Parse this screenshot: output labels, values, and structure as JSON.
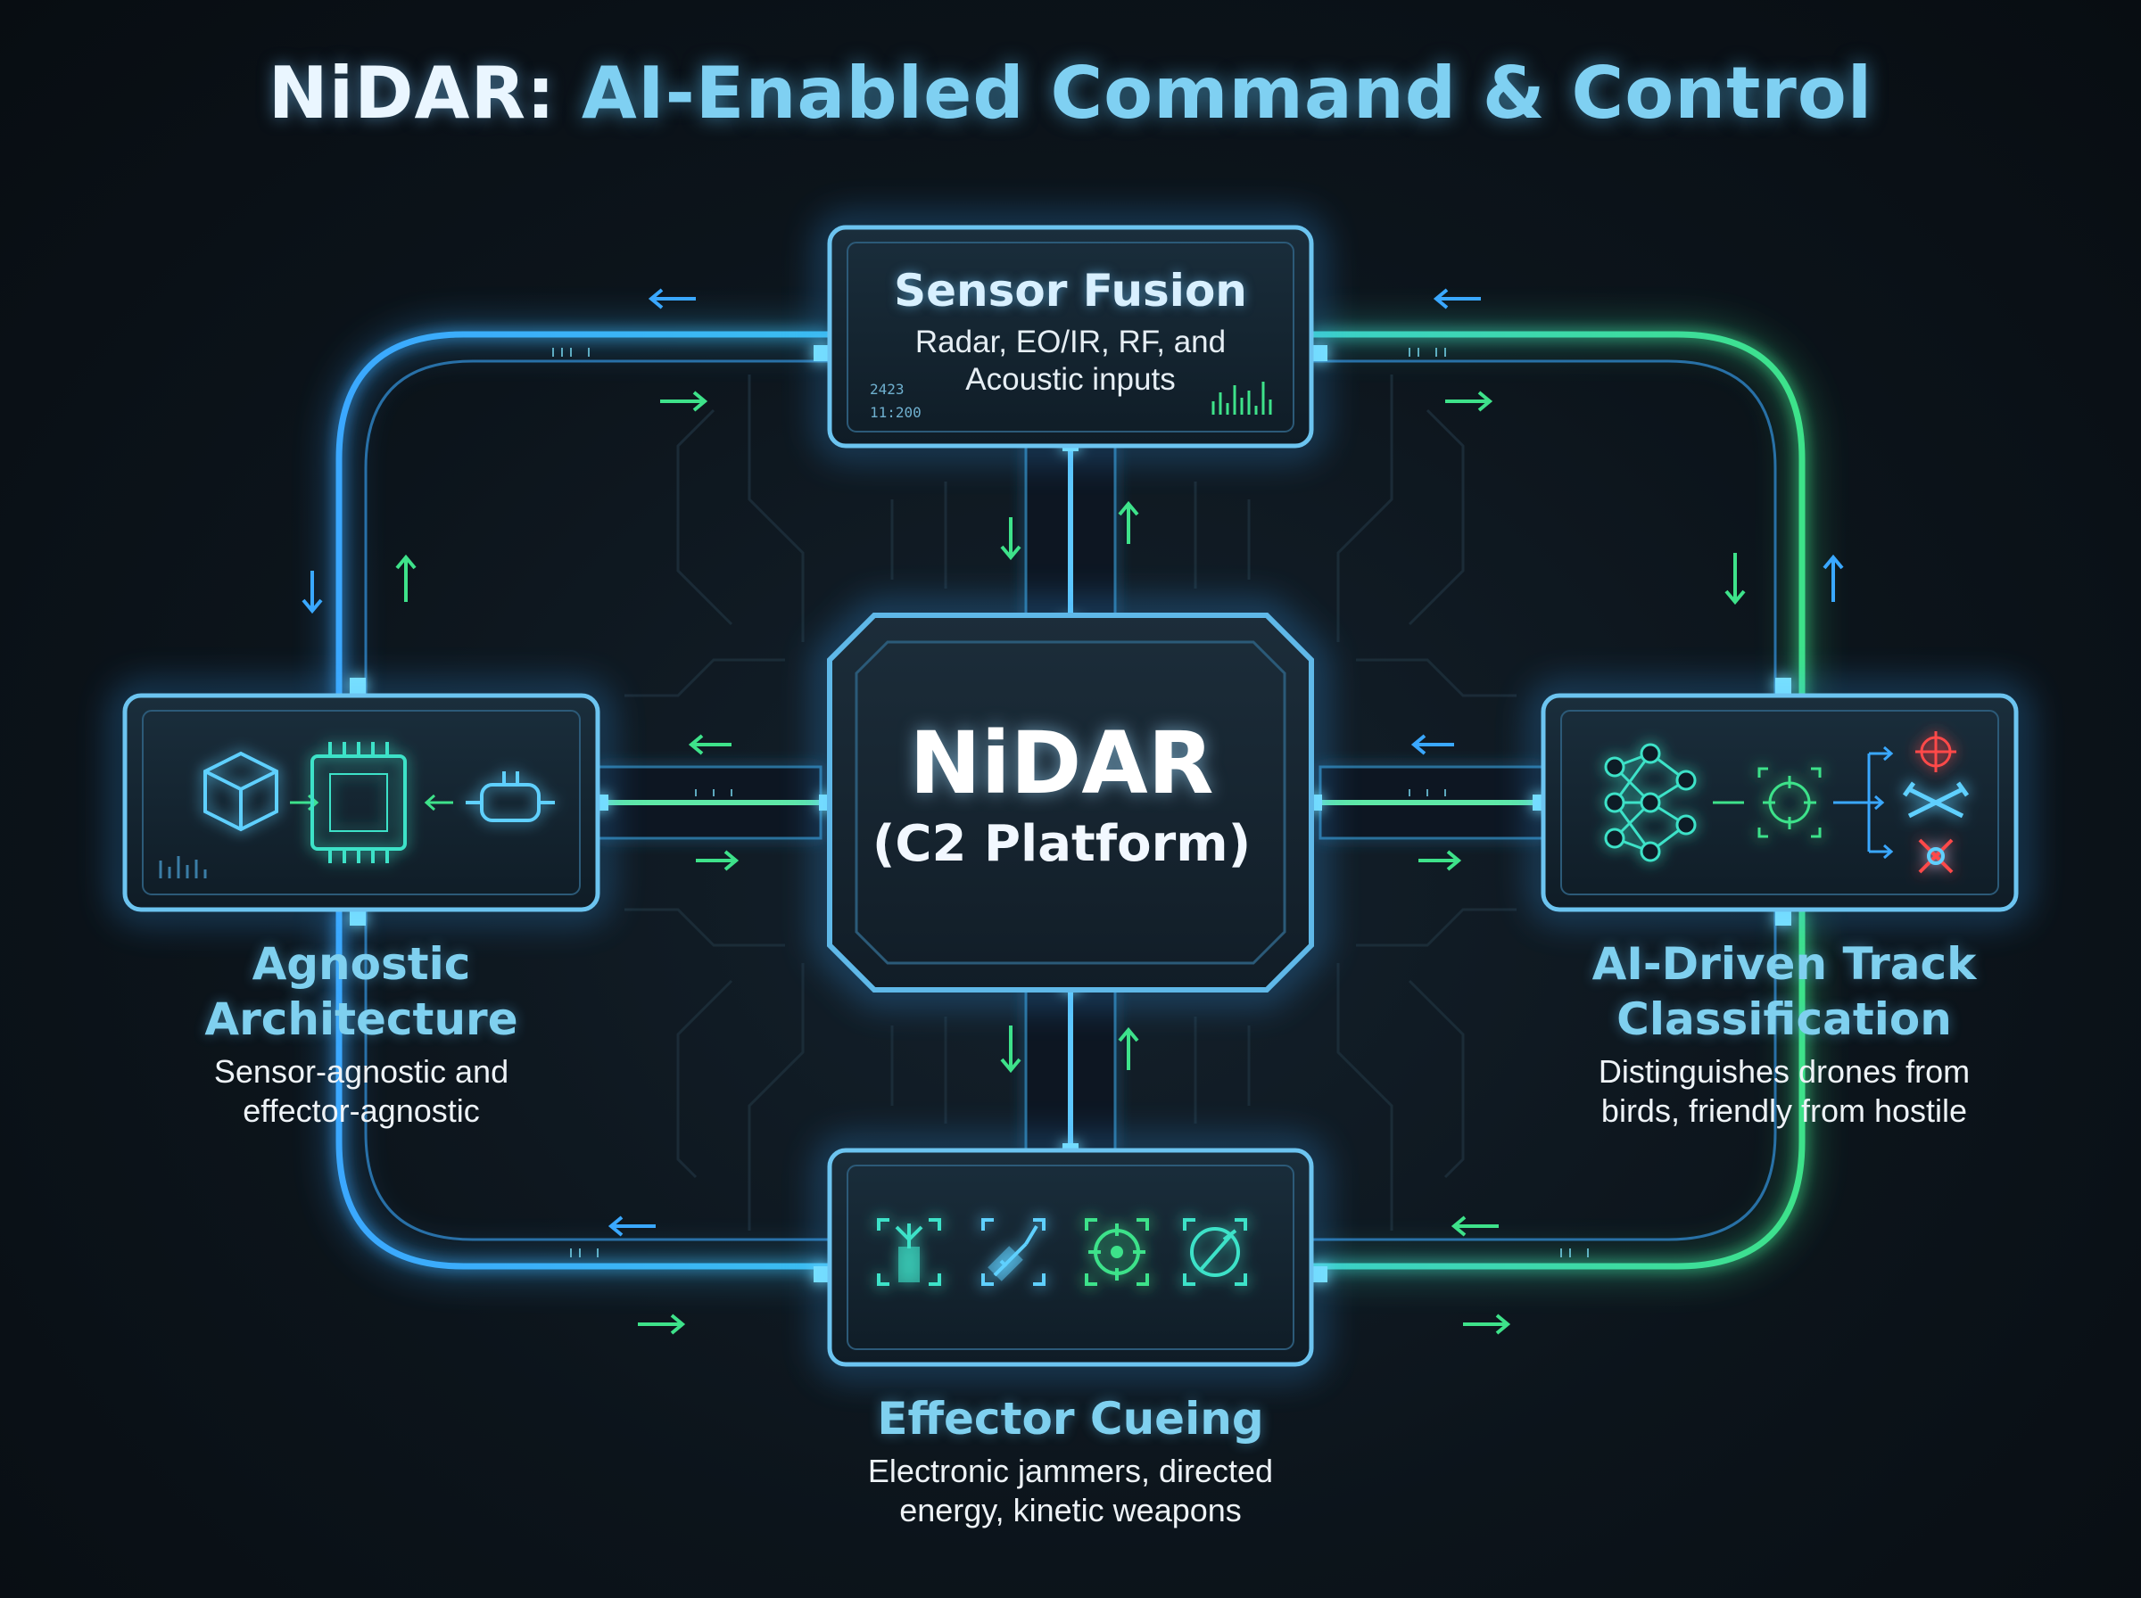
{
  "title": {
    "brand": "NiDAR:",
    "rest": "AI-Enabled Command & Control"
  },
  "center": {
    "name": "NiDAR",
    "subtitle": "(C2 Platform)"
  },
  "nodes": {
    "sensor_fusion": {
      "heading": "Sensor Fusion",
      "line1": "Radar, EO/IR, RF, and",
      "line2": "Acoustic inputs",
      "readout1": "2423",
      "readout2": "11:200"
    },
    "agnostic": {
      "heading_line1": "Agnostic",
      "heading_line2": "Architecture",
      "line1": "Sensor-agnostic and",
      "line2": "effector-agnostic"
    },
    "classification": {
      "heading_line1": "AI-Driven Track",
      "heading_line2": "Classification",
      "line1": "Distinguishes drones from",
      "line2": "birds, friendly from hostile"
    },
    "effector": {
      "heading": "Effector Cueing",
      "line1": "Electronic jammers, directed",
      "line2": "energy, kinetic weapons"
    }
  },
  "icons": {
    "agnostic_panel": [
      "cube-icon",
      "chip-icon",
      "connector-icon"
    ],
    "classification_panel": [
      "neural-network-icon",
      "target-reticle-icon",
      "crosshair-icon",
      "drone-icon",
      "hostile-marker-icon"
    ],
    "effector_panel": [
      "jammer-icon",
      "laser-icon",
      "target-icon",
      "missile-icon"
    ]
  },
  "colors": {
    "background": "#0c141b",
    "glow_blue": "#3aa8ff",
    "glow_green": "#3ee28a",
    "title_accent": "#7fd0f2",
    "hostile_red": "#ff4a4a"
  }
}
